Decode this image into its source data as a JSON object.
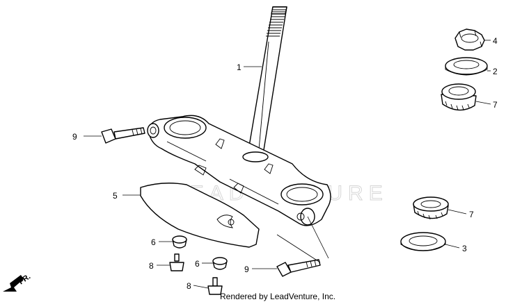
{
  "watermark": "LEADVENTURE",
  "credit": "Rendered by LeadVenture, Inc.",
  "front_marker": "FR.",
  "callouts": [
    {
      "id": "c1",
      "text": "1"
    },
    {
      "id": "c4",
      "text": "4"
    },
    {
      "id": "c2",
      "text": "2"
    },
    {
      "id": "c7a",
      "text": "7"
    },
    {
      "id": "c9a",
      "text": "9"
    },
    {
      "id": "c5",
      "text": "5"
    },
    {
      "id": "c7b",
      "text": "7"
    },
    {
      "id": "c3",
      "text": "3"
    },
    {
      "id": "c6a",
      "text": "6"
    },
    {
      "id": "c8a",
      "text": "8"
    },
    {
      "id": "c6b",
      "text": "6"
    },
    {
      "id": "c9b",
      "text": "9"
    },
    {
      "id": "c8b",
      "text": "8"
    }
  ]
}
